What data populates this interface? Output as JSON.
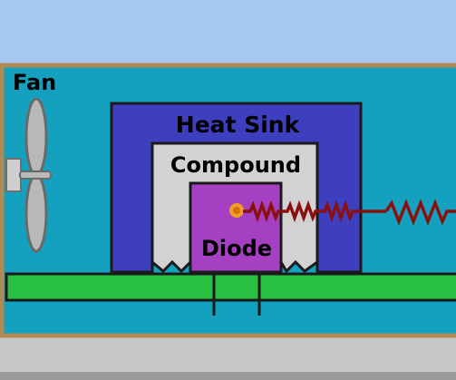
{
  "labels": {
    "fan": "Fan",
    "heat_sink": "Heat Sink",
    "compound": "Compound",
    "diode": "Diode"
  },
  "colors": {
    "sky": "#a7c8ee",
    "enclosure": "#14a0bf",
    "enclosure_border": "#b08a55",
    "floor": "#c8c8c8",
    "heat_sink": "#3d3fbf",
    "compound": "#d2d2d2",
    "diode": "#a640c2",
    "board": "#28c040",
    "resistor": "#8a1010",
    "heat_source": "#f0a020",
    "fan": "#b9b9b9",
    "outline": "#1a1a1a"
  },
  "icons": {
    "fan": "fan-icon",
    "heat_source": "heat-source-icon",
    "resistor": "thermal-resistor-icon"
  }
}
